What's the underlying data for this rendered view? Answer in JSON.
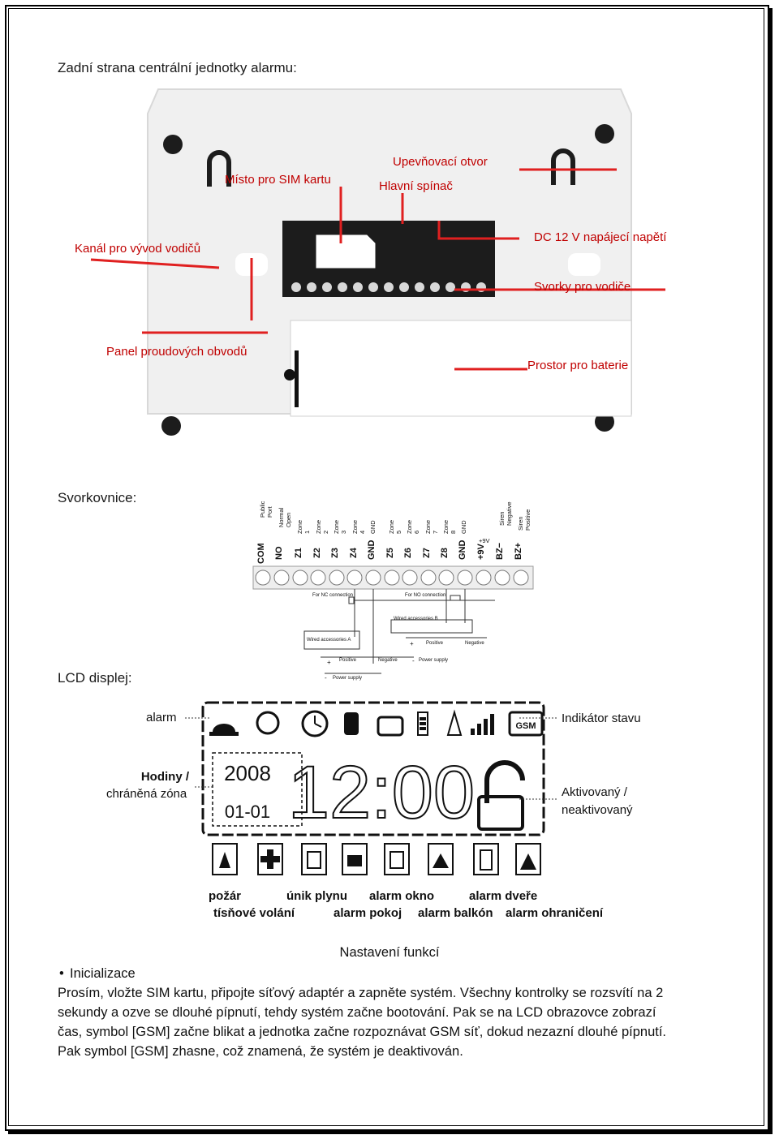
{
  "page": {
    "heading_back": "Zadní strana centrální jednotky alarmu:",
    "heading_terminal": "Svorkovnice:",
    "heading_lcd": "LCD displej:"
  },
  "back_labels": {
    "sim_slot": "Místo pro SIM kartu",
    "mount_hole": "Upevňovací otvor",
    "main_switch": "Hlavní spínač",
    "cable_channel": "Kanál pro vývod vodičů",
    "dc_power": "DC 12 V napájecí napětí",
    "wire_terminals": "Svorky pro vodiče",
    "circuit_board": "Panel proudových obvodů",
    "battery": "Prostor pro baterie"
  },
  "terminal": {
    "codes": [
      "COM",
      "NO",
      "Z1",
      "Z2",
      "Z3",
      "Z4",
      "GND",
      "Z5",
      "Z6",
      "Z7",
      "Z8",
      "GND",
      "+9V",
      "BZ−",
      "BZ+"
    ],
    "names": [
      "Public Port",
      "Normal Open",
      "Zone 1",
      "Zone 2",
      "Zone 3",
      "Zone 4",
      "GND",
      "Zone 5",
      "Zone 6",
      "Zone 7",
      "Zone 8",
      "GND",
      "+9V",
      "Siren Negative",
      "Siren Positive"
    ],
    "nc_connection": "For NC connection",
    "no_connection": "For NO connection",
    "wired_a": "Wired accessories A",
    "wired_b": "Wired accessories B",
    "positive": "Positive",
    "negative": "Negative",
    "power_supply": "Power supply",
    "plus": "+",
    "minus": "-"
  },
  "lcd": {
    "alarm": "alarm",
    "status_indicator": "Indikátor stavu",
    "clock_zone_1": "Hodiny /",
    "clock_zone_2": "chráněná zóna",
    "armed_1": "Aktivovaný /",
    "armed_2": "neaktivovaný",
    "year": "2008",
    "date": "01-01",
    "time": "12:00",
    "gsm": "GSM"
  },
  "zones": {
    "fire": "požár",
    "gas": "únik plynu",
    "window": "alarm okno",
    "door": "alarm dveře",
    "emergency": "tísňové volání",
    "room": "alarm pokoj",
    "balcony": "alarm balkón",
    "perimeter": "alarm ohraničení"
  },
  "settings": {
    "title": "Nastavení funkcí",
    "bullet": "•",
    "init": "Inicializace",
    "l1": "Prosím, vložte SIM kartu, připojte síťový adaptér a zapněte systém. Všechny kontrolky se rozsvítí na 2",
    "l2": "sekundy a ozve se dlouhé pípnutí, tehdy systém začne bootování. Pak se na LCD obrazovce zobrazí",
    "l3": "čas, symbol [GSM] začne blikat a jednotka začne rozpoznávat GSM síť, dokud nezazní dlouhé pípnutí.",
    "l4": "Pak symbol [GSM] zhasne, což znamená, že systém je deaktivován."
  },
  "colors": {
    "label_red": "#c00000",
    "pointer_red": "#e02020",
    "ink": "#111111"
  }
}
